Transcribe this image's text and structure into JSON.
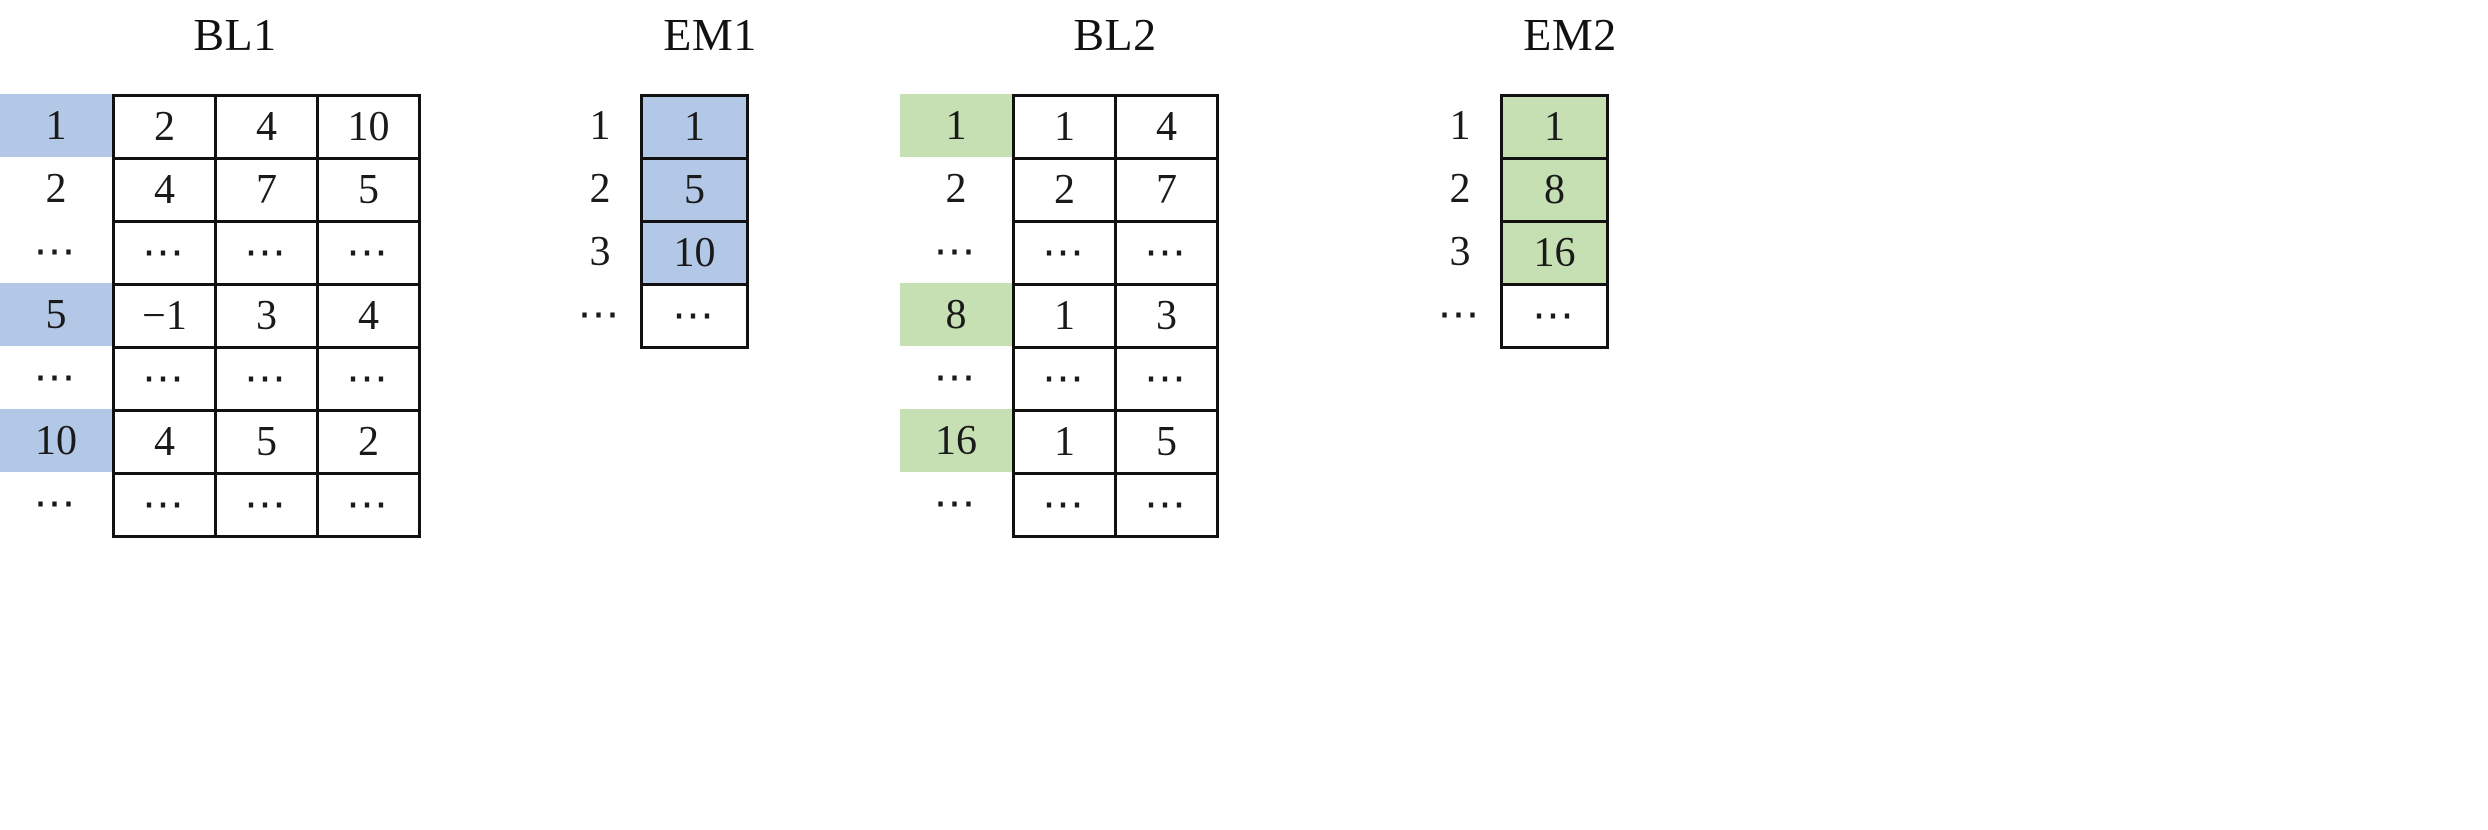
{
  "colors": {
    "highlight_blue": "#b3c7e6",
    "highlight_green": "#c6e0b3",
    "border": "#111111",
    "background": "#ffffff",
    "text": "#1a1a1a"
  },
  "ellipsis": "…",
  "groups": [
    {
      "id": "bl1",
      "title": "BL1",
      "accent": "blue",
      "has_bordered_index": false,
      "column_count": 3,
      "rows": [
        {
          "index": "1",
          "index_highlight": true,
          "cells": [
            "2",
            "4",
            "10"
          ],
          "cells_highlight": false
        },
        {
          "index": "2",
          "index_highlight": false,
          "cells": [
            "4",
            "7",
            "5"
          ],
          "cells_highlight": false
        },
        {
          "index": "⋯",
          "index_highlight": false,
          "cells": [
            "⋯",
            "⋯",
            "⋯"
          ],
          "cells_highlight": false
        },
        {
          "index": "5",
          "index_highlight": true,
          "cells": [
            "−1",
            "3",
            "4"
          ],
          "cells_highlight": false
        },
        {
          "index": "⋯",
          "index_highlight": false,
          "cells": [
            "⋯",
            "⋯",
            "⋯"
          ],
          "cells_highlight": false
        },
        {
          "index": "10",
          "index_highlight": true,
          "cells": [
            "4",
            "5",
            "2"
          ],
          "cells_highlight": false
        },
        {
          "index": "⋯",
          "index_highlight": false,
          "cells": [
            "⋯",
            "⋯",
            "⋯"
          ],
          "cells_highlight": false
        }
      ]
    },
    {
      "id": "em1",
      "title": "EM1",
      "accent": "blue",
      "has_bordered_index": false,
      "column_count": 1,
      "rows": [
        {
          "index": "1",
          "index_highlight": false,
          "cells": [
            "1"
          ],
          "cells_highlight": true
        },
        {
          "index": "2",
          "index_highlight": false,
          "cells": [
            "5"
          ],
          "cells_highlight": true
        },
        {
          "index": "3",
          "index_highlight": false,
          "cells": [
            "10"
          ],
          "cells_highlight": true
        },
        {
          "index": "⋯",
          "index_highlight": false,
          "cells": [
            "⋯"
          ],
          "cells_highlight": false
        }
      ]
    },
    {
      "id": "bl2",
      "title": "BL2",
      "accent": "green",
      "has_bordered_index": false,
      "column_count": 2,
      "rows": [
        {
          "index": "1",
          "index_highlight": true,
          "cells": [
            "1",
            "4"
          ],
          "cells_highlight": false
        },
        {
          "index": "2",
          "index_highlight": false,
          "cells": [
            "2",
            "7"
          ],
          "cells_highlight": false
        },
        {
          "index": "⋯",
          "index_highlight": false,
          "cells": [
            "⋯",
            "⋯"
          ],
          "cells_highlight": false
        },
        {
          "index": "8",
          "index_highlight": true,
          "cells": [
            "1",
            "3"
          ],
          "cells_highlight": false
        },
        {
          "index": "⋯",
          "index_highlight": false,
          "cells": [
            "⋯",
            "⋯"
          ],
          "cells_highlight": false
        },
        {
          "index": "16",
          "index_highlight": true,
          "cells": [
            "1",
            "5"
          ],
          "cells_highlight": false
        },
        {
          "index": "⋯",
          "index_highlight": false,
          "cells": [
            "⋯",
            "⋯"
          ],
          "cells_highlight": false
        }
      ]
    },
    {
      "id": "em2",
      "title": "EM2",
      "accent": "green",
      "has_bordered_index": false,
      "column_count": 1,
      "rows": [
        {
          "index": "1",
          "index_highlight": false,
          "cells": [
            "1"
          ],
          "cells_highlight": true
        },
        {
          "index": "2",
          "index_highlight": false,
          "cells": [
            "8"
          ],
          "cells_highlight": true
        },
        {
          "index": "3",
          "index_highlight": false,
          "cells": [
            "16"
          ],
          "cells_highlight": true
        },
        {
          "index": "⋯",
          "index_highlight": false,
          "cells": [
            "⋯"
          ],
          "cells_highlight": false
        }
      ]
    }
  ]
}
